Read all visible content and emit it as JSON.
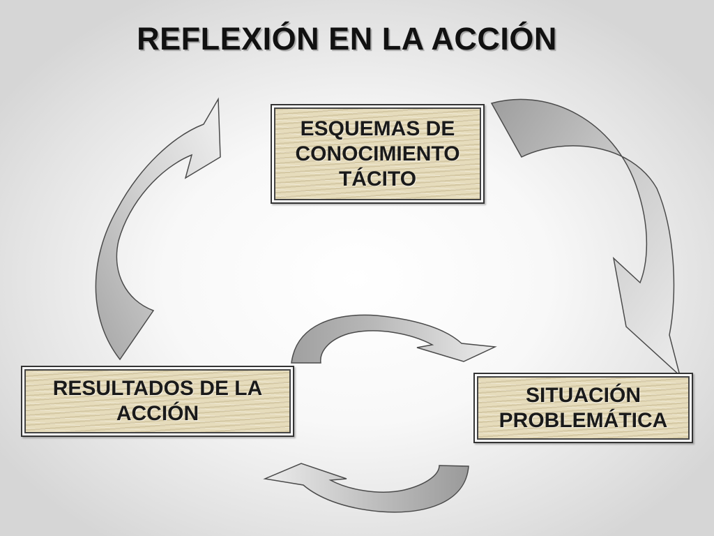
{
  "title": "REFLEXIÓN EN LA ACCIÓN",
  "boxes": {
    "esquemas": {
      "lines": [
        "ESQUEMAS DE",
        "CONOCIMIENTO",
        "TÁCITO"
      ]
    },
    "resultados": {
      "lines": [
        "RESULTADOS DE LA",
        "ACCIÓN"
      ]
    },
    "situacion": {
      "lines": [
        "SITUACIÓN",
        "PROBLEMÁTICA"
      ]
    }
  },
  "colors": {
    "box_fill": "#e6dcbc",
    "arrow_dark": "#a8a8a8",
    "arrow_light": "#e6e6e6"
  }
}
